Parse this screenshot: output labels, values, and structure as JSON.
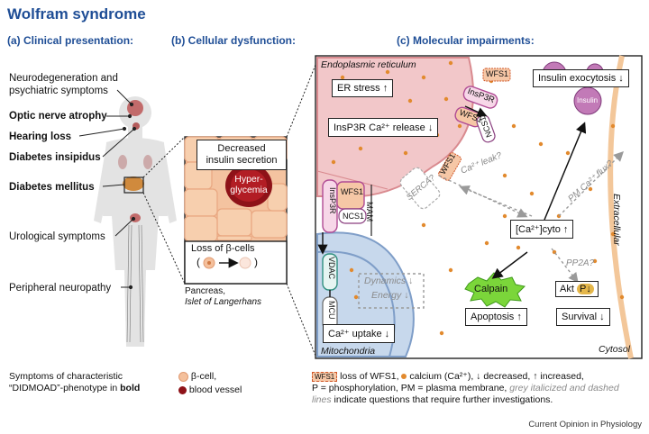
{
  "title": "Wolfram syndrome",
  "sections": {
    "a": "(a)  Clinical presentation:",
    "b": "(b)  Cellular dysfunction:",
    "c": "(c)  Molecular impairments:"
  },
  "symptoms": [
    {
      "text": "Neurodegeneration and",
      "bold": false
    },
    {
      "text": "psychiatric symptoms",
      "bold": false
    },
    {
      "text": "Optic nerve atrophy",
      "bold": true
    },
    {
      "text": "Hearing loss",
      "bold": true
    },
    {
      "text": "Diabetes insipidus",
      "bold": true
    },
    {
      "text": "Diabetes mellitus",
      "bold": true
    },
    {
      "text": "Urological symptoms",
      "bold": false
    },
    {
      "text": "Peripheral neuropathy",
      "bold": false
    }
  ],
  "cellular": {
    "decreased_line1": "Decreased",
    "decreased_line2": "insulin secretion",
    "hyper_line1": "Hyper-",
    "hyper_line2": "glycemia",
    "loss_beta": "Loss of β-cells",
    "loss_beta_paren_open": "(",
    "loss_beta_paren_close": ")",
    "pancreas": "Pancreas,",
    "islet": "Islet of Langerhans"
  },
  "molecular": {
    "er": "Endoplasmic reticulum",
    "er_stress": "ER stress",
    "insp3r_release": "InsP3R Ca²⁺ release",
    "wfs1": "WFS1",
    "insp3r": "InsP3R",
    "ncs1": "NCS1",
    "serca": "SERCA?",
    "ca_leak": "Ca²⁺ leak?",
    "pm_flux": "PM Ca²⁺ flux?",
    "insulin_exo": "Insulin exocytosis",
    "insulin": "Insulin",
    "extracellular": "Extracellular",
    "mam": "MAM",
    "vdac": "VDAC",
    "mcu": "MCU",
    "dynamics": "Dynamics",
    "energy": "Energy",
    "ca_uptake": "Ca²⁺ uptake",
    "mito": "Mitochondria",
    "ca_cyto": "[Ca²⁺]cyto",
    "pp2a": "PP2A?",
    "calpain": "Calpain",
    "akt": "Akt",
    "p": "P",
    "apoptosis": "Apoptosis",
    "survival": "Survival",
    "cytosol": "Cytosol"
  },
  "legend": {
    "did_line1": "Symptoms of characteristic",
    "did_line2": "“DIDMOAD”-phenotype in",
    "did_bold": "bold",
    "beta_cell": "β-cell,",
    "blood_vessel": "blood vessel",
    "line1_a": "loss of WFS1,",
    "line1_b": "calcium (Ca²⁺),",
    "line1_c": "decreased,",
    "line1_d": "increased,",
    "line2": "P = phosphorylation, PM = plasma membrane,",
    "line2_grey": "grey italicized and dashed",
    "line3_grey": "lines",
    "line3": "indicate questions that require further investigations."
  },
  "footer": "Current Opinion in Physiology",
  "colors": {
    "title_blue": "#1f4e96",
    "er_pink": "#f2c7c9",
    "mito_blue": "#c7d8ec",
    "calcium": "#e28a2e",
    "cell_membrane": "#f3c79a",
    "vesicle": "#c27ab7",
    "calpain_green": "#7bd63a"
  }
}
